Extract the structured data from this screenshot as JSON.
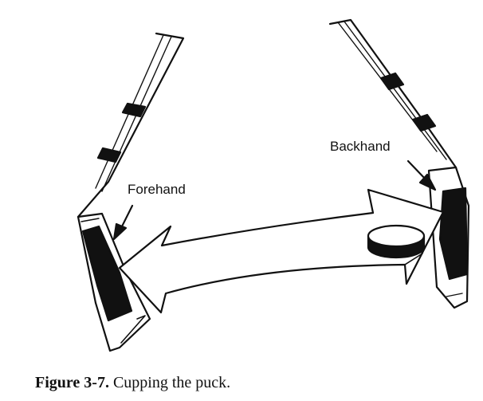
{
  "labels": {
    "forehand": "Forehand",
    "backhand": "Backhand"
  },
  "caption": {
    "number": "Figure 3-7.",
    "text": "Cupping the puck."
  },
  "colors": {
    "ink": "#111111",
    "paper": "#ffffff"
  }
}
